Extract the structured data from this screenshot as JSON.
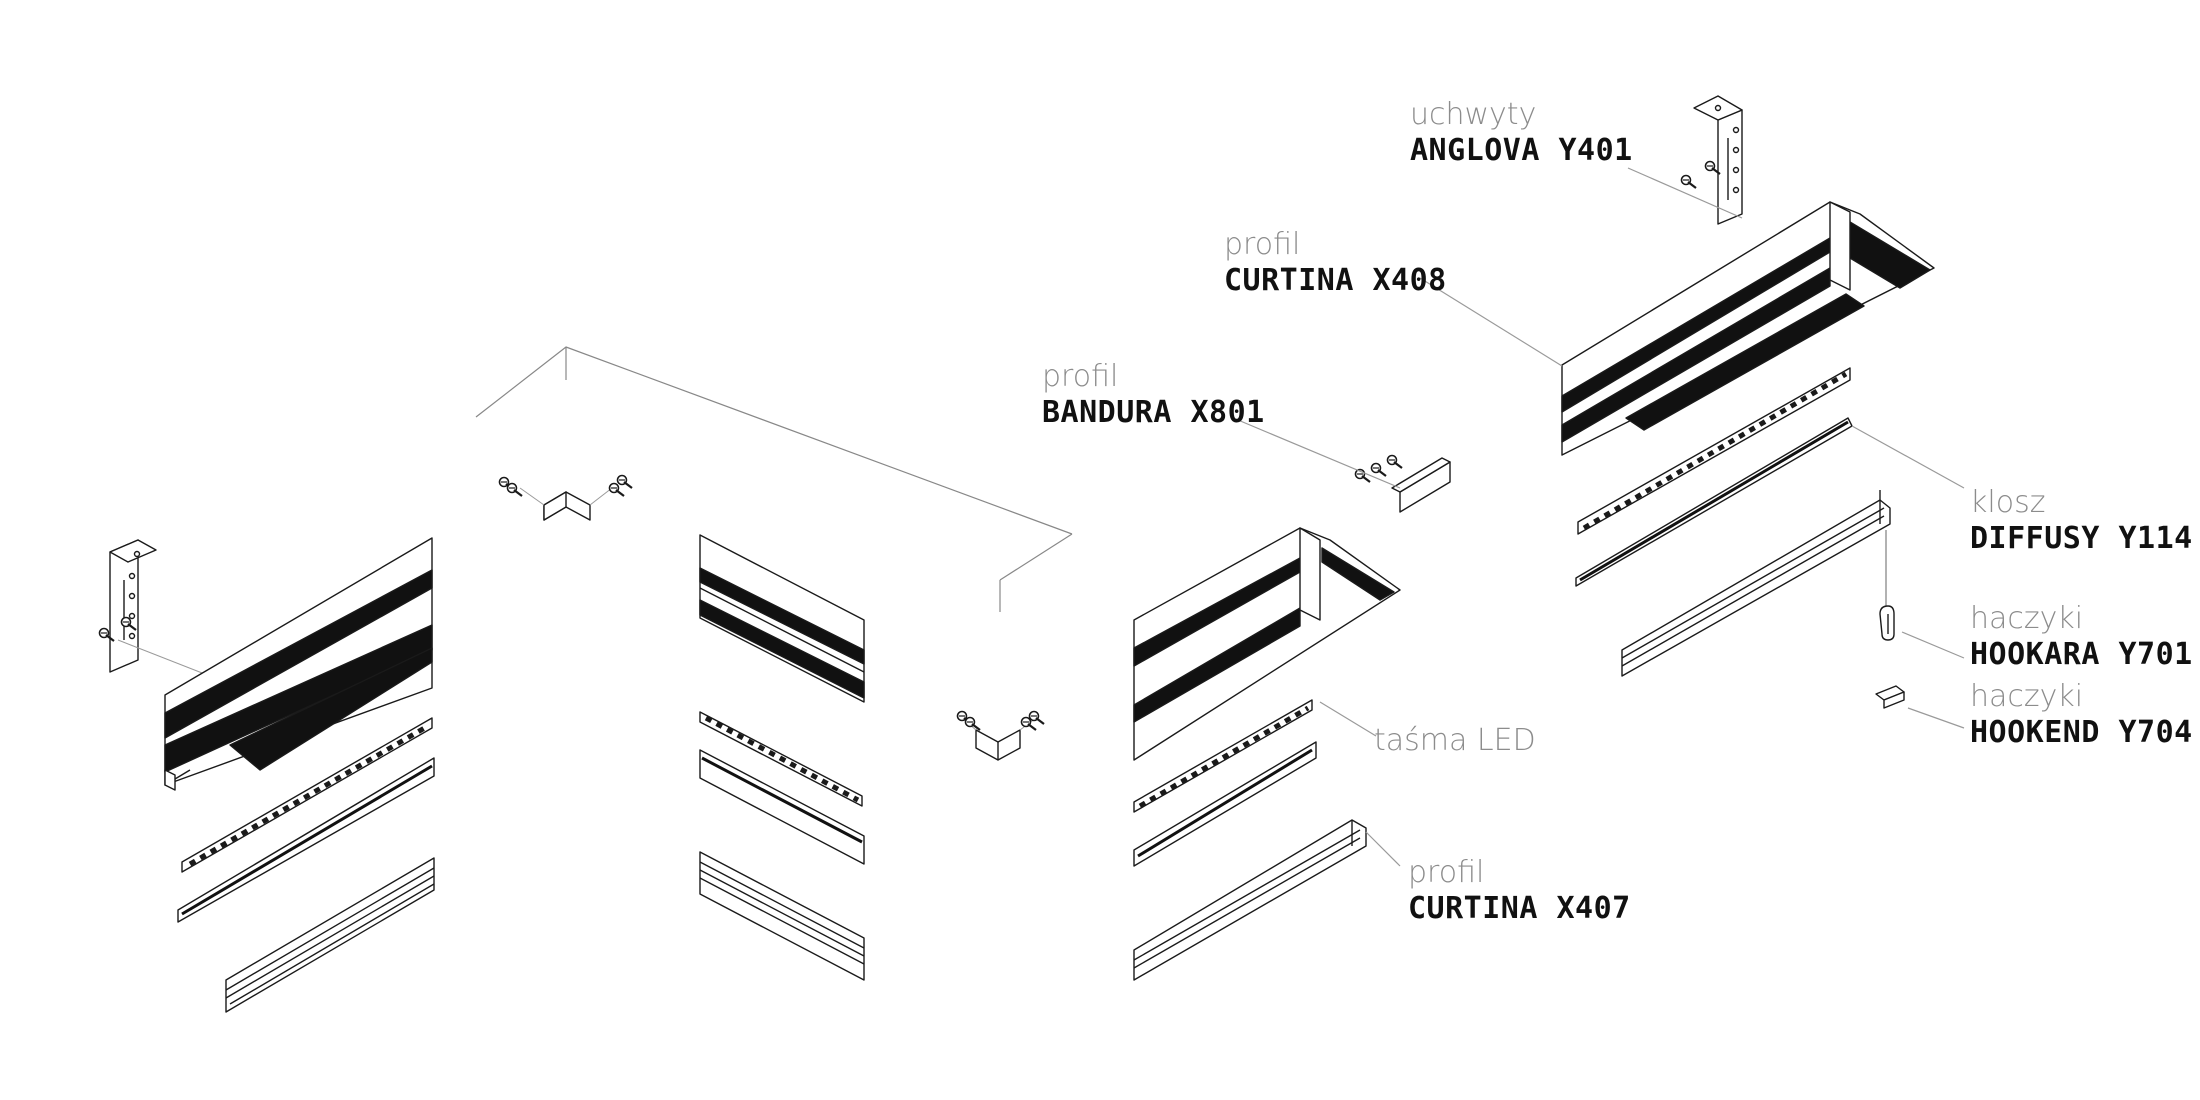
{
  "callouts": {
    "anglova": {
      "category": "uchwyty",
      "product": "ANGLOVA Y401"
    },
    "curtina_x408": {
      "category": "profil",
      "product": "CURTINA X408"
    },
    "bandura": {
      "category": "profil",
      "product": "BANDURA X801"
    },
    "diffusy": {
      "category": "klosz",
      "product": "DIFFUSY Y114"
    },
    "hookara": {
      "category": "haczyki",
      "product": "HOOKARA Y701"
    },
    "hookend": {
      "category": "haczyki",
      "product": "HOOKEND Y704"
    },
    "tasma": {
      "label": "taśma LED"
    },
    "curtina_x407": {
      "category": "profil",
      "product": "CURTINA X407"
    }
  },
  "colors": {
    "stroke": "#1a1a1a",
    "fill_dark": "#111111",
    "leader": "#9a9a9a",
    "category_text": "#8c8c8c",
    "product_text": "#111111"
  }
}
